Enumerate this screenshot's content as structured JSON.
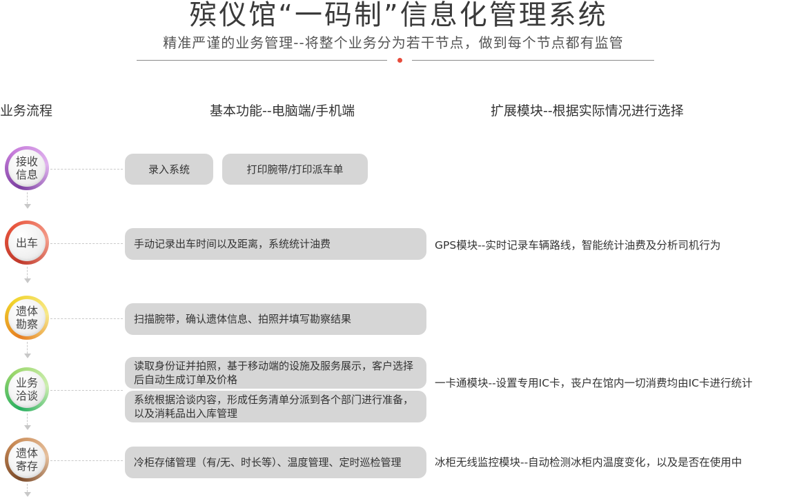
{
  "header": {
    "title": "殡仪馆“一码制”信息化管理系统",
    "subtitle": "精准严谨的业务管理--将整个业务分为若干节点，做到每个节点都有监管"
  },
  "columns": {
    "process": "业务流程",
    "basic": "基本功能--电脑端/手机端",
    "extension": "扩展模块--根据实际情况进行选择"
  },
  "colors": {
    "accent_dot": "#e74c3c",
    "pill_bg": "#d6d6d6",
    "node1": [
      "#7b3fa0",
      "#c77ddb"
    ],
    "node2": [
      "#c0392b",
      "#e8553d"
    ],
    "node3": [
      "#e67e22",
      "#f1d32a"
    ],
    "node4": [
      "#27ae60",
      "#9ad66b"
    ],
    "node5": [
      "#7a4a2a",
      "#c98a55"
    ]
  },
  "steps": [
    {
      "label": "接收信息",
      "functions": [
        "录入系统",
        "打印腕带/打印派车单"
      ],
      "extension": ""
    },
    {
      "label": "出车",
      "functions": [
        "手动记录出车时间以及距离，系统统计油费"
      ],
      "extension": "GPS模块--实时记录车辆路线，智能统计油费及分析司机行为"
    },
    {
      "label": "遗体勘察",
      "functions": [
        "扫描腕带，确认遗体信息、拍照并填写勘察结果"
      ],
      "extension": ""
    },
    {
      "label": "业务洽谈",
      "functions": [
        "读取身份证并拍照，基于移动端的设施及服务展示，客户选择后自动生成订单及价格",
        "系统根据洽谈内容，形成任务清单分派到各个部门进行准备，以及消耗品出入库管理"
      ],
      "extension": "一卡通模块--设置专用IC卡，丧户在馆内一切消费均由IC卡进行统计"
    },
    {
      "label": "遗体寄存",
      "functions": [
        "冷柜存储管理（有/无、时长等）、温度管理、定时巡检管理"
      ],
      "extension": "冰柜无线监控模块--自动检测冰柜内温度变化，以及是否在使用中"
    }
  ]
}
